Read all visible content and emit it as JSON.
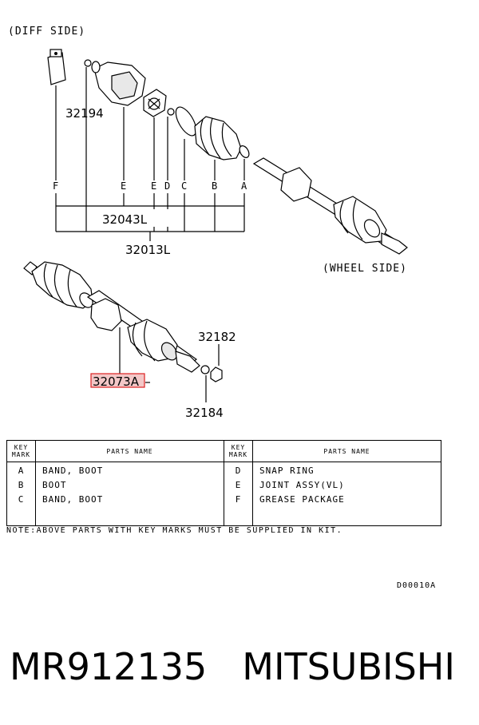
{
  "diagram": {
    "diff_side_label": "(DIFF SIDE)",
    "wheel_side_label": "(WHEEL SIDE)",
    "part_numbers": {
      "p32194": "32194",
      "p32043l": "32043L",
      "p32013l": "32013L",
      "p32182": "32182",
      "p32073a": "32073A",
      "p32184": "32184"
    },
    "key_letters": {
      "f": "F",
      "e1": "E",
      "e2": "E",
      "d": "D",
      "c": "C",
      "b": "B",
      "a": "A"
    },
    "highlight_color": "#d22222"
  },
  "table": {
    "headers": {
      "key_line1": "KEY",
      "key_line2": "MARK",
      "parts_name": "PARTS NAME"
    },
    "left_rows": [
      {
        "key": "A",
        "name": "BAND, BOOT"
      },
      {
        "key": "B",
        "name": "BOOT"
      },
      {
        "key": "C",
        "name": "BAND, BOOT"
      }
    ],
    "right_rows": [
      {
        "key": "D",
        "name": "SNAP RING"
      },
      {
        "key": "E",
        "name": "JOINT ASSY(VL)"
      },
      {
        "key": "F",
        "name": "GREASE PACKAGE"
      }
    ]
  },
  "note": "NOTE:ABOVE PARTS WITH KEY MARKS MUST BE SUPPLIED IN KIT.",
  "drawing_code": "D00010A",
  "footer": {
    "part_number": "MR912135",
    "brand": "MITSUBISHI"
  }
}
